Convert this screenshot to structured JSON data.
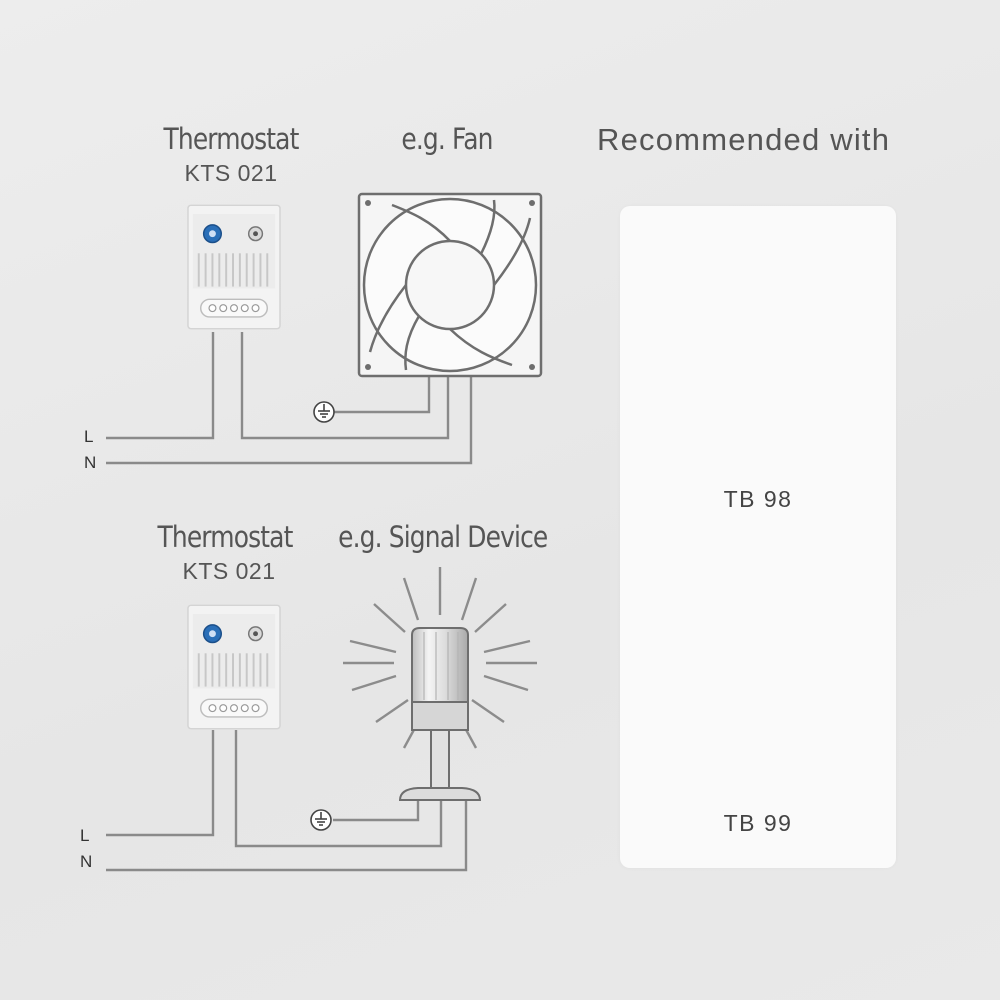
{
  "diagrams": [
    {
      "device_label": "Thermostat",
      "device_model": "KTS 021",
      "load_label": "e.g. Fan",
      "line_labels": [
        "L",
        "N"
      ]
    },
    {
      "device_label": "Thermostat",
      "device_model": "KTS 021",
      "load_label": "e.g. Signal Device",
      "line_labels": [
        "L",
        "N"
      ]
    }
  ],
  "recommended": {
    "title": "Recommended with",
    "products": [
      {
        "name": "TB 98"
      },
      {
        "name": "TB 99"
      }
    ]
  },
  "colors": {
    "wire": "#8a8a8a",
    "device_body": "#f2f2f2",
    "dial_blue": "#2a6fb8",
    "card": "#fafafa"
  },
  "icons": [
    "thermostat-icon",
    "fan-icon",
    "signal-lamp-icon",
    "ground-icon",
    "filter-fan-icon"
  ]
}
